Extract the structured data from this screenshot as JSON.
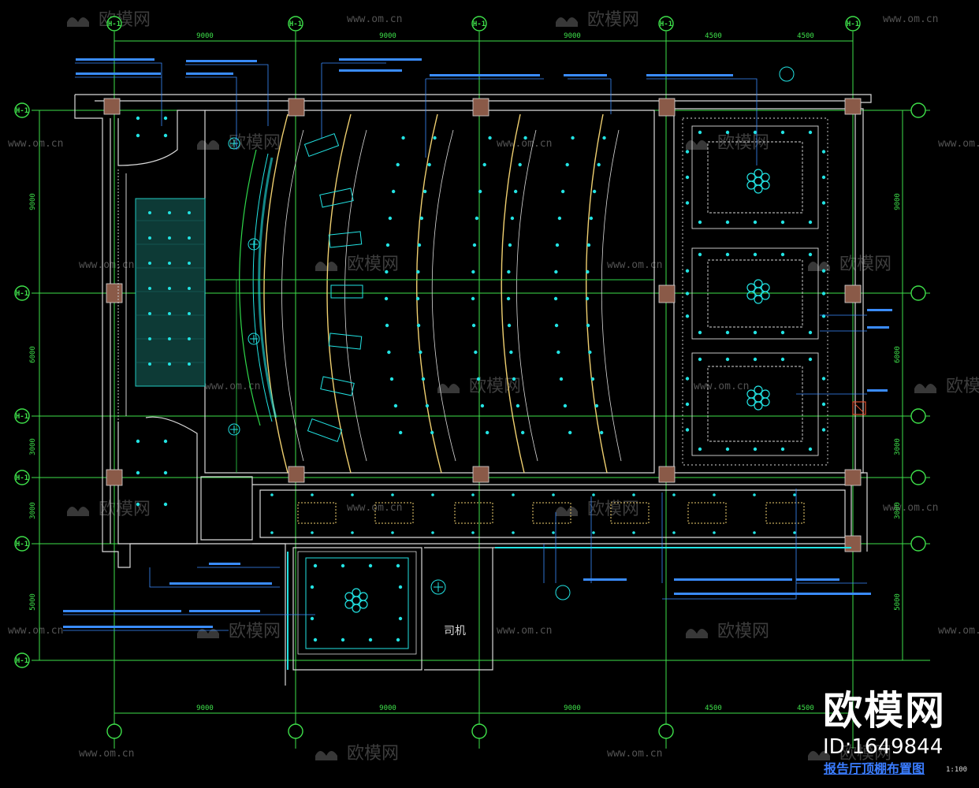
{
  "drawing": {
    "title": "报告厅顶棚布置图",
    "scale": "1:100",
    "brand": "欧模网",
    "model_id": "ID:1649844"
  },
  "watermark": {
    "text": "欧模网",
    "url": "www.om.cn"
  },
  "dimensions": {
    "top": [
      "9000",
      "9000",
      "9000",
      "4500",
      "4500"
    ],
    "bottom": [
      "9000",
      "9000",
      "9000",
      "4500",
      "4500"
    ],
    "left": [
      "9000",
      "6000",
      "3000",
      "3000",
      "5000"
    ],
    "right": [
      "9000",
      "6000",
      "3000",
      "3000",
      "5000"
    ]
  },
  "axes": {
    "columns": [
      "H-1",
      "H-1",
      "H-1",
      "H-1",
      "H-1"
    ],
    "rows": [
      "H-1",
      "H-1",
      "H-1",
      "H-1",
      "H-1",
      "H-1"
    ]
  },
  "rooms": {
    "driver": "司机"
  },
  "colors": {
    "background": "#000000",
    "wall": "#d9d9d9",
    "dimension": "#3ee04a",
    "light": "#22e3e3",
    "curve": "#f0d070",
    "note": "#3a8cff",
    "column": "#b07a60"
  }
}
